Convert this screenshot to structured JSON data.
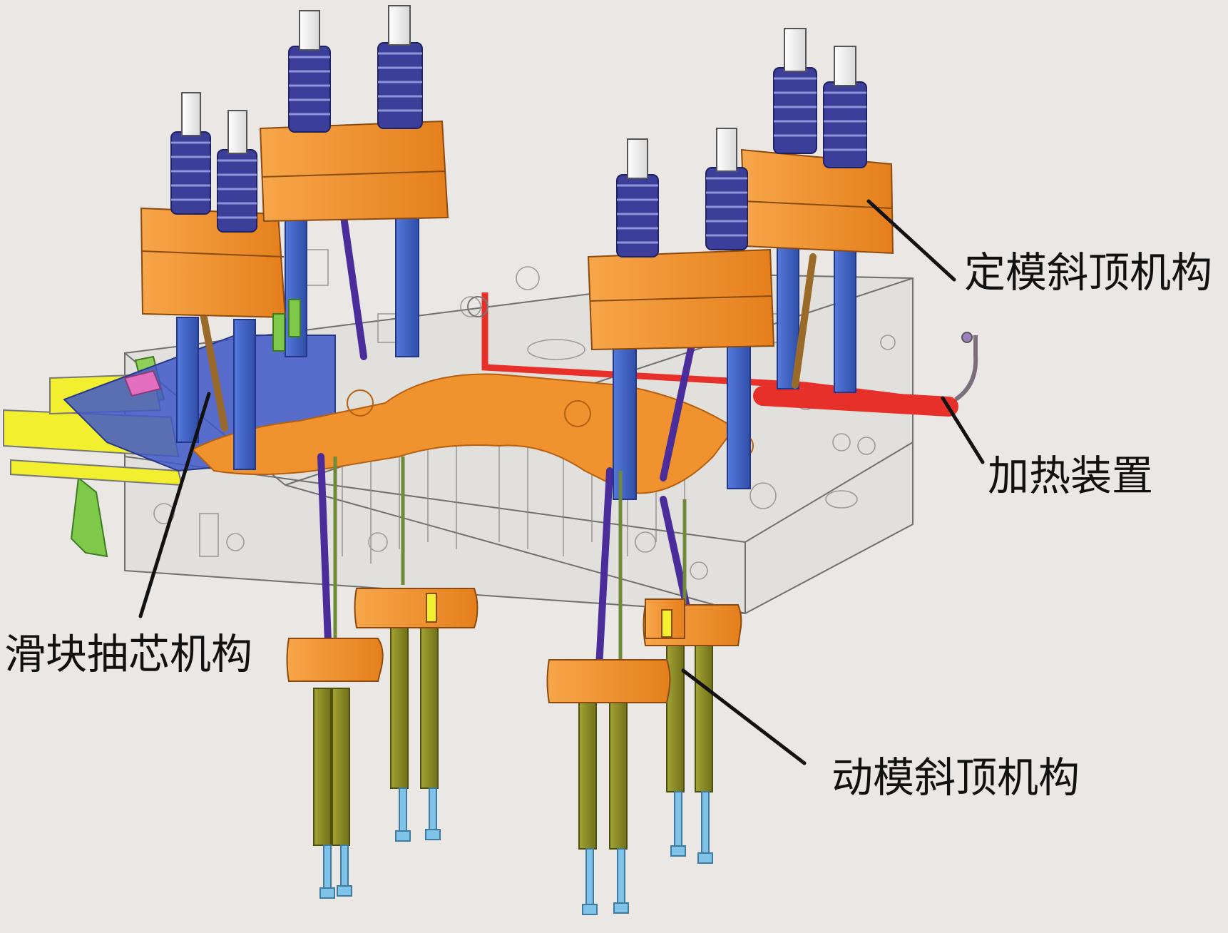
{
  "labels": {
    "fixed_mold_lifter": "定模斜顶机构",
    "heating_device": "加热装置",
    "slider_core_pulling": "滑块抽芯机构",
    "moving_mold_lifter": "动模斜顶机构"
  },
  "colors": {
    "background": "#eae7e4",
    "plate_orange": "#f0922e",
    "pillar_blue": "#3c5fc4",
    "spring_blue": "#3b3f9a",
    "heater_red": "#e8302a",
    "slider_yellow": "#f2ef2e",
    "rod_olive": "#8a8a26",
    "screw_cyan": "#7fc4e8",
    "leader_black": "#111111"
  },
  "icons": [
    "mold-assembly-illustration"
  ]
}
